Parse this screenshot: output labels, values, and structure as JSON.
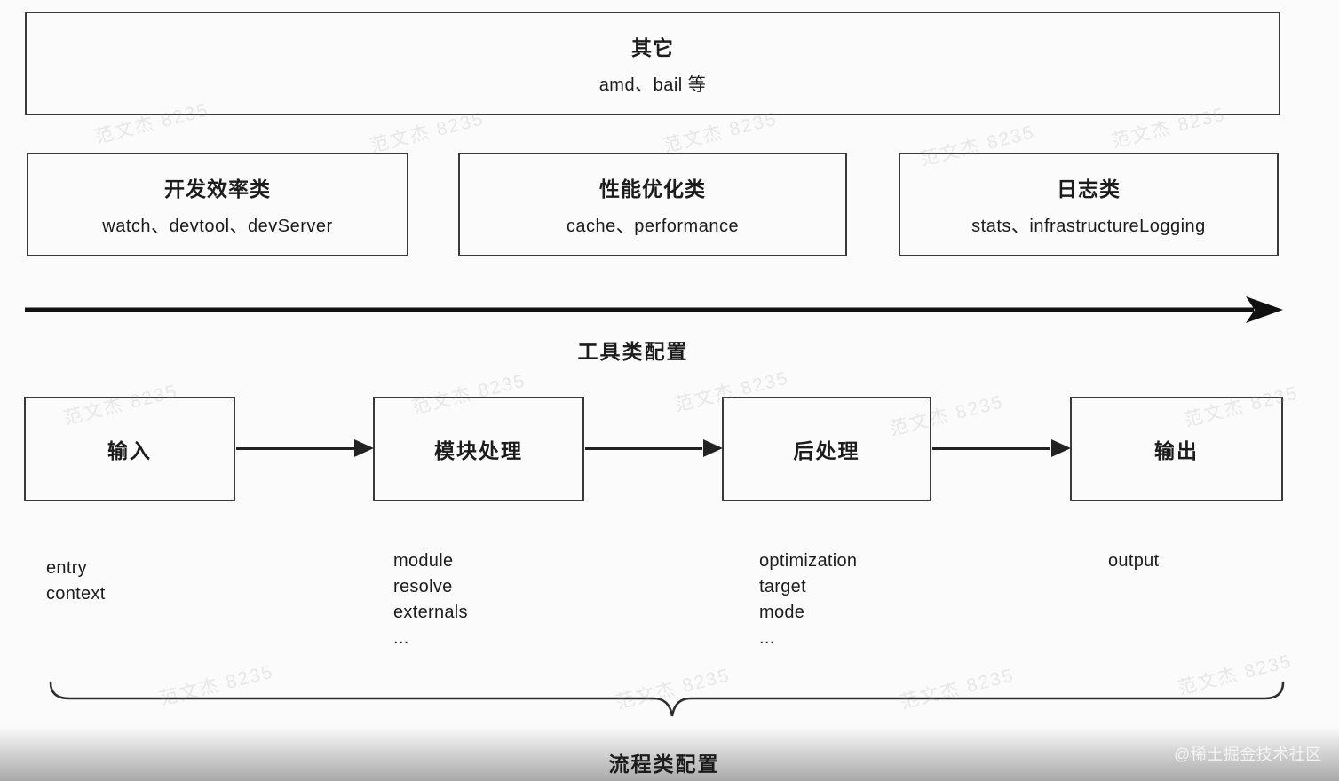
{
  "diagram": {
    "other_box": {
      "title": "其它",
      "subtitle": "amd、bail 等"
    },
    "tool_categories": [
      {
        "title": "开发效率类",
        "subtitle": "watch、devtool、devServer"
      },
      {
        "title": "性能优化类",
        "subtitle": "cache、performance"
      },
      {
        "title": "日志类",
        "subtitle": "stats、infrastructureLogging"
      }
    ],
    "tool_axis_label": "工具类配置",
    "flow": {
      "stages": [
        {
          "label": "输入",
          "options": [
            "entry",
            "context"
          ]
        },
        {
          "label": "模块处理",
          "options": [
            "module",
            "resolve",
            "externals",
            "..."
          ]
        },
        {
          "label": "后处理",
          "options": [
            "optimization",
            "target",
            "mode",
            "..."
          ]
        },
        {
          "label": "输出",
          "options": [
            "output"
          ]
        }
      ],
      "brace_label": "流程类配置"
    },
    "watermark_text": "范文杰 8235",
    "credit": "@稀土掘金技术社区"
  },
  "colors": {
    "line": "#3a3a3a",
    "text": "#1c1c1c",
    "background": "#fbfbfb",
    "arrow": "#111111",
    "credit_text": "#f4f4f4"
  }
}
